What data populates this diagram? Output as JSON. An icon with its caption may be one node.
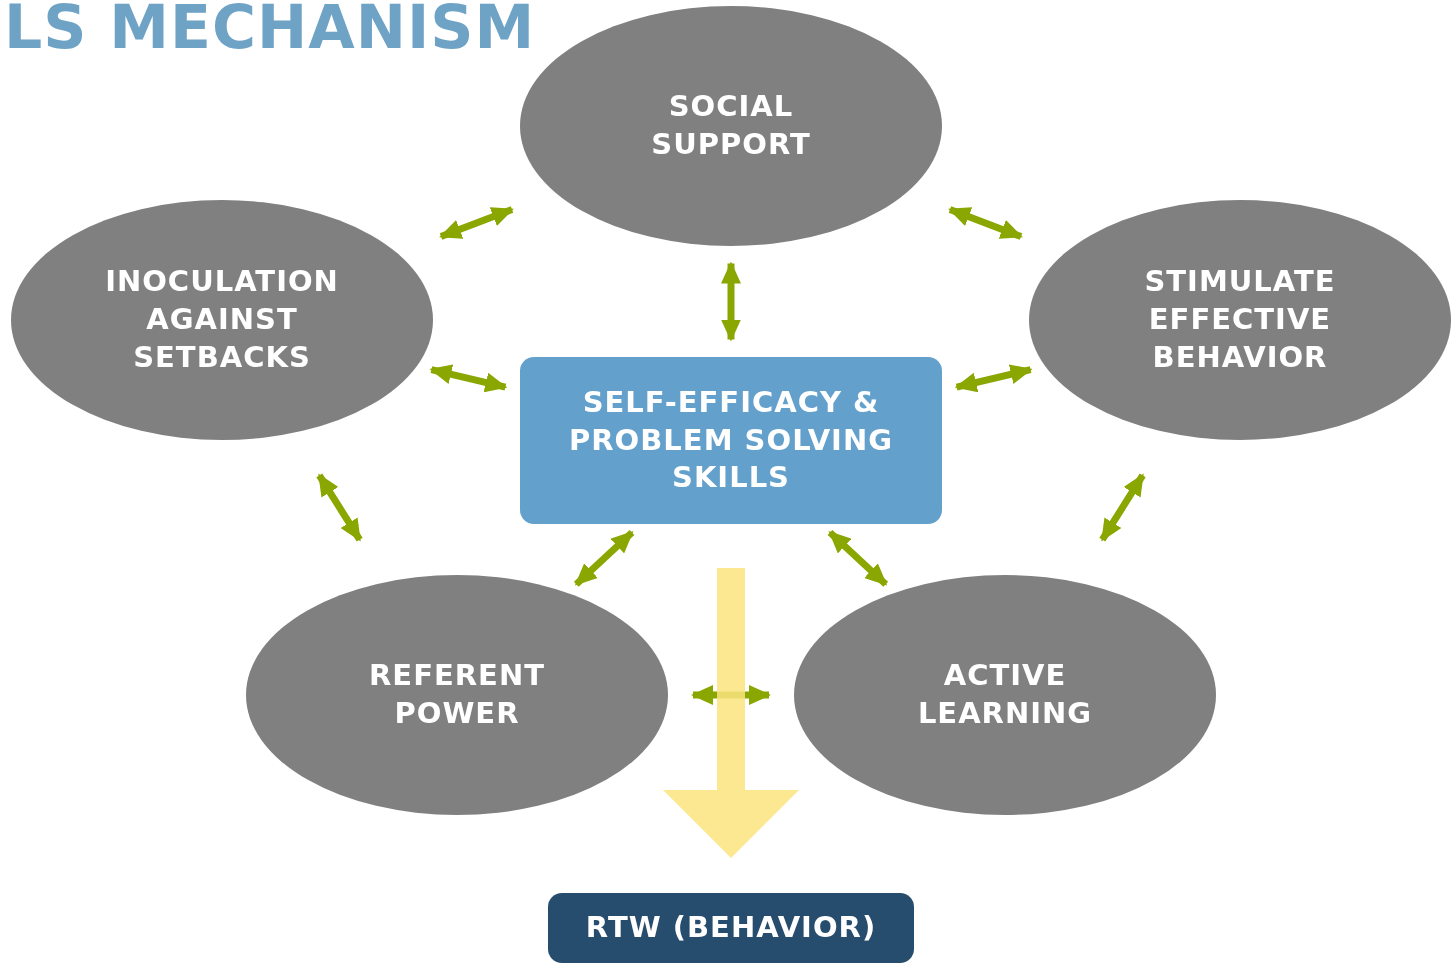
{
  "diagram": {
    "title": "LS MECHANISM",
    "nodes": [
      {
        "text": [
          "SOCIAL SUPPORT"
        ]
      },
      {
        "text": [
          "INOCULATION AGAINST SETBACKS"
        ]
      },
      {
        "text": [
          "STIMULATE EFFECTIVE BEHAVIOR"
        ]
      },
      {
        "text": [
          "SELF-EFFICACY & PROBLEM SOLVING SKILLS"
        ]
      },
      {
        "text": [
          "REFERENT POWER"
        ]
      },
      {
        "text": [
          "ACTIVE LEARNING"
        ]
      },
      {
        "text": [
          "RTW (BEHAVIOR)"
        ]
      }
    ],
    "edges": [
      {
        "from": 1,
        "to": 0,
        "arrow": "both"
      },
      {
        "from": 0,
        "to": 2,
        "arrow": "both"
      },
      {
        "from": 0,
        "to": 3,
        "arrow": "both"
      },
      {
        "from": 1,
        "to": 3,
        "arrow": "both"
      },
      {
        "from": 2,
        "to": 3,
        "arrow": "both"
      },
      {
        "from": 1,
        "to": 4,
        "arrow": "both"
      },
      {
        "from": 2,
        "to": 5,
        "arrow": "both"
      },
      {
        "from": 3,
        "to": 4,
        "arrow": "both"
      },
      {
        "from": 3,
        "to": 5,
        "arrow": "both"
      },
      {
        "from": 4,
        "to": 5,
        "arrow": "both"
      },
      {
        "from": 3,
        "to": 6,
        "arrow": "to",
        "style": "thick",
        "color": "#fde47f"
      }
    ]
  }
}
